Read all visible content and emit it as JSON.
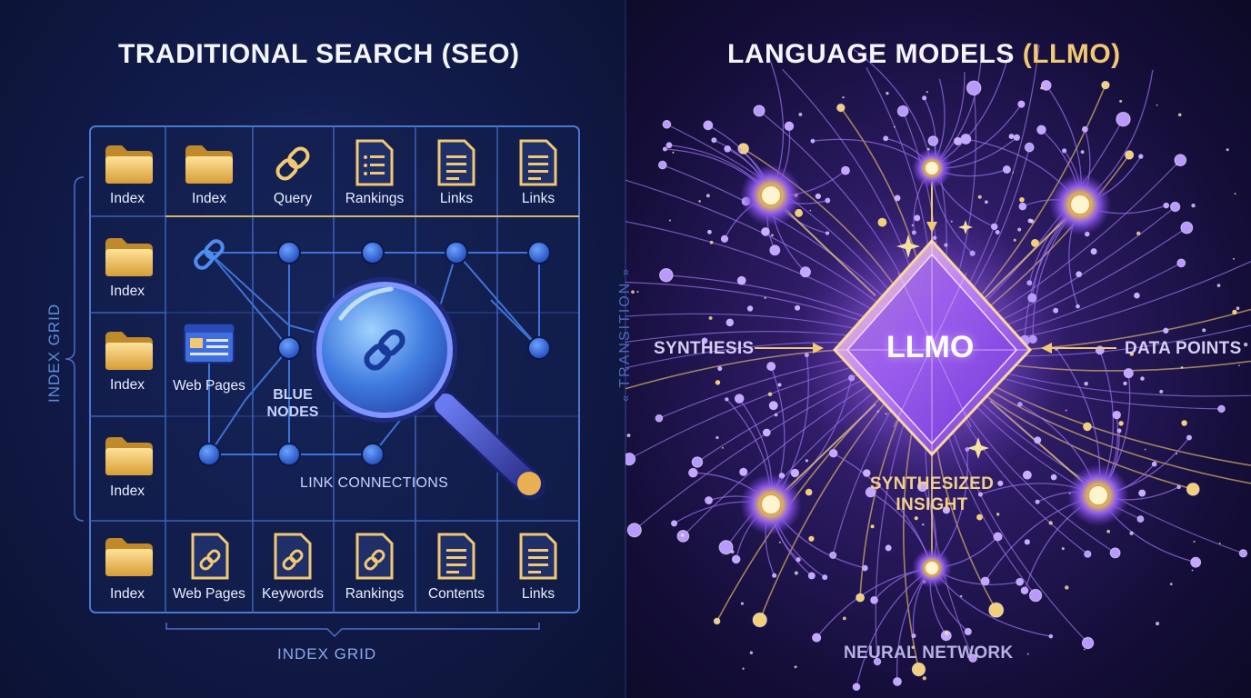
{
  "left_title": "TRADITIONAL SEARCH (SEO)",
  "right_title_main": "LANGUAGE MODELS",
  "right_title_accent": "(LLMO)",
  "grid_top_row": [
    "Index",
    "Index",
    "Query",
    "Rankings",
    "Links",
    "Links"
  ],
  "grid_left_col": [
    "Index",
    "Index",
    "Index"
  ],
  "grid_bottom_row": [
    "Index",
    "Web Pages",
    "Keywords",
    "Rankings",
    "Contents",
    "Links"
  ],
  "web_pages_label": "Web Pages",
  "blue_nodes_label_1": "BLUE",
  "blue_nodes_label_2": "NODES",
  "link_connections_label": "LINK CONNECTIONS",
  "index_grid_side": "INDEX GRID",
  "index_grid_bottom": "INDEX GRID",
  "transition_label": "TRANSITION",
  "llmo_core": "LLMO",
  "synthesis": "SYNTHESIS",
  "data_points": "DATA POINTS",
  "synthesized_1": "SYNTHESIZED",
  "synthesized_2": "INSIGHT",
  "neural_network": "NEURAL NETWORK",
  "colors": {
    "gold": "#f1c873",
    "blue": "#3f7bea",
    "purple": "#9a6ff0"
  },
  "icons": [
    "folder-icon",
    "chain-link-icon",
    "document-icon",
    "magnifier-icon",
    "browser-window-icon",
    "neuron-icon",
    "crystal-core-icon"
  ]
}
